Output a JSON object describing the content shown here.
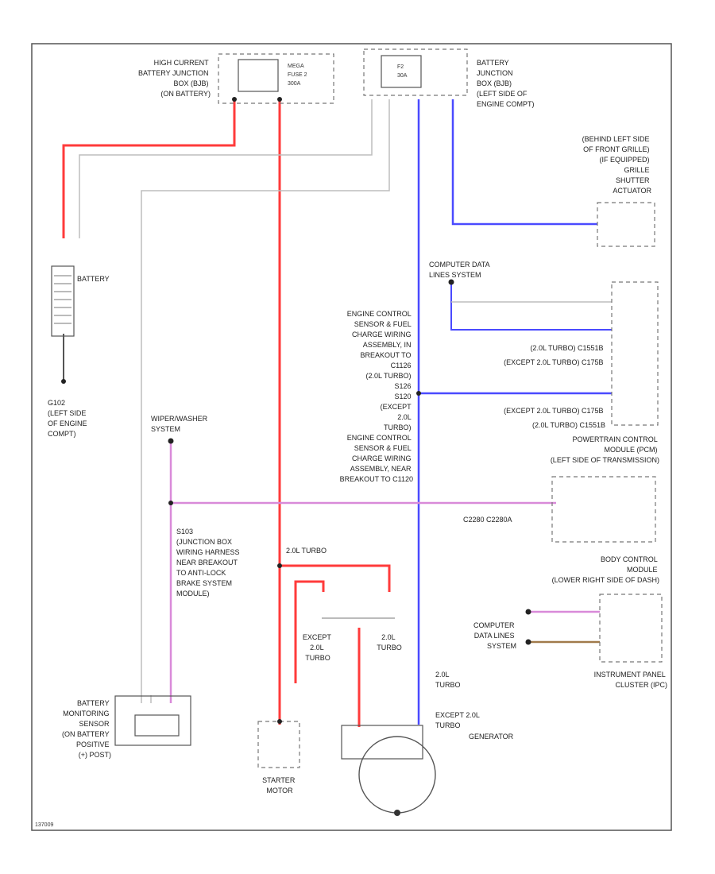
{
  "colors": {
    "red": "#ff3b3b",
    "blue": "#4a4aff",
    "pink": "#d98ad9",
    "gray": "#bdbdbd",
    "frame": "#555555"
  },
  "labels": {
    "high_current_bjb": [
      "HIGH CURRENT",
      "BATTERY JUNCTION",
      "BOX (BJB)",
      "(ON BATTERY)"
    ],
    "mega_fuse": [
      "MEGA",
      "FUSE 2",
      "300A"
    ],
    "fuse_f2": [
      "F2",
      "30A"
    ],
    "bjb_left": [
      "BATTERY",
      "JUNCTION",
      "BOX (BJB)",
      "(LEFT SIDE OF",
      "ENGINE COMPT)"
    ],
    "grille_shutter": [
      "(BEHIND LEFT SIDE",
      "OF FRONT GRILLE)",
      "(IF EQUIPPED)",
      "GRILLE",
      "SHUTTER",
      "ACTUATOR"
    ],
    "battery": "BATTERY",
    "g102": [
      "G102",
      "(LEFT SIDE",
      "OF ENGINE",
      "COMPT)"
    ],
    "computer_data_lines_top": [
      "COMPUTER DATA",
      "LINES SYSTEM"
    ],
    "engine_control_harness": [
      "ENGINE CONTROL",
      "SENSOR & FUEL",
      "CHARGE WIRING",
      "ASSEMBLY, IN",
      "BREAKOUT TO",
      "C1126",
      "(2.0L TURBO)",
      "S126",
      "S120",
      "(EXCEPT",
      "2.0L",
      "TURBO)",
      "ENGINE CONTROL",
      "SENSOR & FUEL",
      "CHARGE WIRING",
      "ASSEMBLY, NEAR",
      "BREAKOUT TO C1120"
    ],
    "pcm_connectors": [
      "(2.0L TURBO)   C1551B",
      "(EXCEPT 2.0L TURBO)   C175B",
      "(2.0L TURBO)   C1551B",
      "(EXCEPT 2.0L TURBO)   C175B"
    ],
    "pcm": [
      "POWERTRAIN CONTROL",
      "MODULE (PCM)",
      "(LEFT SIDE OF TRANSMISSION)"
    ],
    "wiper_washer": [
      "WIPER/WASHER",
      "SYSTEM"
    ],
    "s103": [
      "S103",
      "(JUNCTION BOX",
      "WIRING HARNESS",
      "NEAR BREAKOUT",
      "TO ANTI-LOCK",
      "BRAKE SYSTEM",
      "MODULE)"
    ],
    "bcm_connectors": "C2280   C2280A",
    "bcm": [
      "BODY CONTROL",
      "MODULE",
      "(LOWER RIGHT SIDE OF DASH)"
    ],
    "computer_data_lines_bottom": [
      "COMPUTER",
      "DATA LINES",
      "SYSTEM"
    ],
    "ipc": [
      "INSTRUMENT PANEL",
      "CLUSTER (IPC)"
    ],
    "turbo_20l": "2.0L TURBO",
    "except_20l_turbo": [
      "EXCEPT",
      "2.0L",
      "TURBO"
    ],
    "turbo_20l_split": [
      "2.0L",
      "TURBO"
    ],
    "gen_turbo": [
      "2.0L",
      "TURBO"
    ],
    "gen_except": [
      "EXCEPT 2.0L",
      "TURBO"
    ],
    "generator": "GENERATOR",
    "starter_motor": [
      "STARTER",
      "MOTOR"
    ],
    "bms": [
      "BATTERY",
      "MONITORING",
      "SENSOR",
      "(ON BATTERY",
      "POSITIVE",
      "(+) POST)"
    ],
    "figure_code": "137009"
  }
}
